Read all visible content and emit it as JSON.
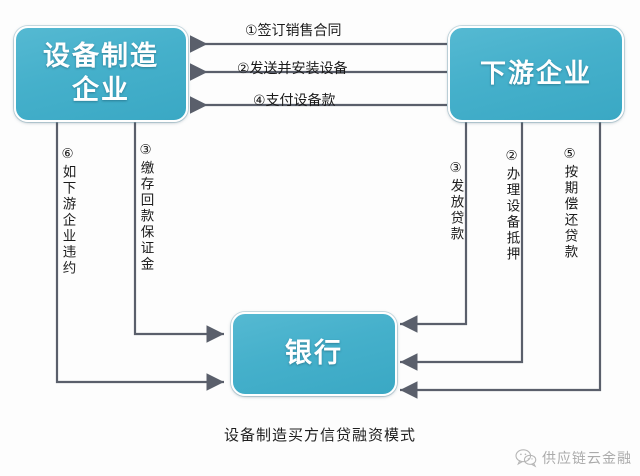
{
  "diagram": {
    "caption": "设备制造买方信贷融资模式",
    "accent_color": "#45b0cb",
    "line_color": "#5a5f6b",
    "nodes": {
      "manufacturer": "设备制造\n企业",
      "manufacturer_line1": "设备制造",
      "manufacturer_line2": "企业",
      "downstream": "下游企业",
      "bank": "银行"
    },
    "horizontal_flows": [
      {
        "id": "flow-1",
        "label": "①签订销售合同",
        "from": "下游企业",
        "to": "设备制造企业"
      },
      {
        "id": "flow-2",
        "label": "②发送并安装设备",
        "from": "下游企业",
        "to": "设备制造企业"
      },
      {
        "id": "flow-4",
        "label": "④支付设备款",
        "from": "下游企业",
        "to": "设备制造企业"
      }
    ],
    "vertical_flows": [
      {
        "id": "flow-6",
        "label": "⑥如下游企业违约",
        "from": "设备制造企业",
        "to": "银行"
      },
      {
        "id": "flow-3-deposit",
        "label": "③缴存回款保证金",
        "from": "设备制造企业",
        "to": "银行"
      },
      {
        "id": "flow-3-loan",
        "label": "③发放贷款",
        "from": "银行",
        "to": "下游企业"
      },
      {
        "id": "flow-2-mortgage",
        "label": "②办理设备抵押",
        "from": "下游企业",
        "to": "银行"
      },
      {
        "id": "flow-5-repay",
        "label": "⑤按期偿还贷款",
        "from": "下游企业",
        "to": "银行"
      }
    ]
  },
  "watermark": {
    "text": "供应链云金融",
    "icon": "wechat-icon"
  }
}
